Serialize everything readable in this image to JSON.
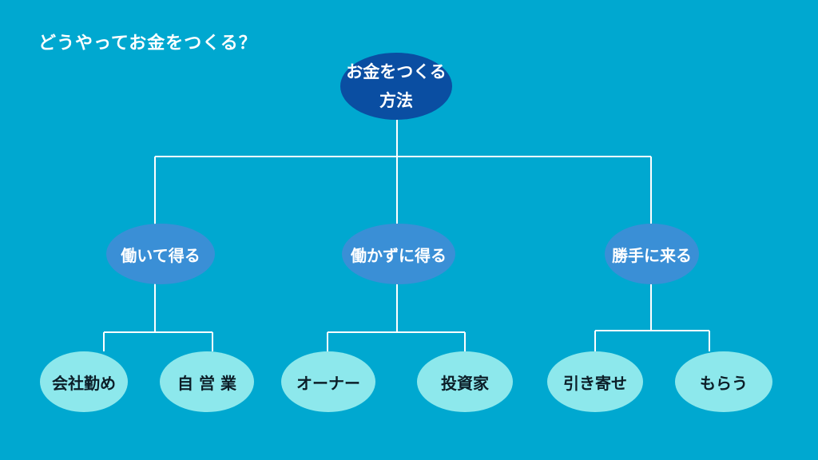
{
  "heading": "どうやってお金をつくる？",
  "root": {
    "line1": "お金をつくる",
    "line2": "方法"
  },
  "branches": [
    {
      "label": "働いて得る",
      "children": [
        "会社勤め",
        "自 営 業"
      ]
    },
    {
      "label": "働かずに得る",
      "children": [
        "オーナー",
        "投資家"
      ]
    },
    {
      "label": "勝手に来る",
      "children": [
        "引き寄せ",
        "もらう"
      ]
    }
  ],
  "colors": {
    "background": "#00a8d0",
    "root_node": "#0a4ea2",
    "branch_node": "#3a8fd6",
    "leaf_node": "#8de8ec",
    "connector": "#ffffff"
  }
}
